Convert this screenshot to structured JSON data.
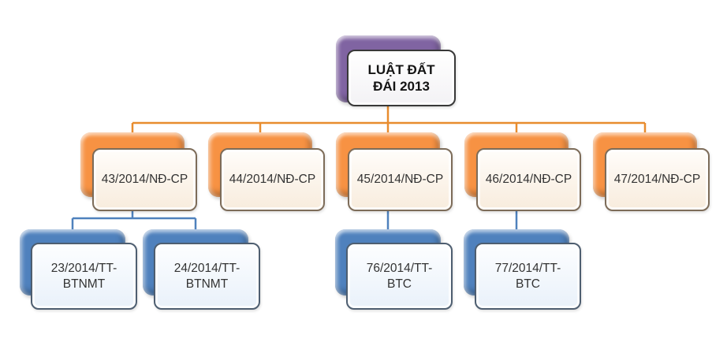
{
  "diagram": {
    "root": {
      "label": "LUẬT ĐẤT ĐÁI 2013"
    },
    "decrees": [
      {
        "label": "43/2014/NĐ-CP"
      },
      {
        "label": "44/2014/NĐ-CP"
      },
      {
        "label": "45/2014/NĐ-CP"
      },
      {
        "label": "46/2014/NĐ-CP"
      },
      {
        "label": "47/2014/NĐ-CP"
      }
    ],
    "circulars": [
      {
        "label": "23/2014/TT-BTNMT",
        "parent": "43/2014/NĐ-CP"
      },
      {
        "label": "24/2014/TT-BTNMT",
        "parent": "43/2014/NĐ-CP"
      },
      {
        "label": "76/2014/TT-BTC",
        "parent": "45/2014/NĐ-CP"
      },
      {
        "label": "77/2014/TT-BTC",
        "parent": "46/2014/NĐ-CP"
      }
    ],
    "colors": {
      "root_back": "#8064a2",
      "decree_back": "#f79243",
      "circular_back": "#4f81bd",
      "connector_orange": "#e88c2e",
      "connector_blue": "#4f81bd"
    }
  }
}
